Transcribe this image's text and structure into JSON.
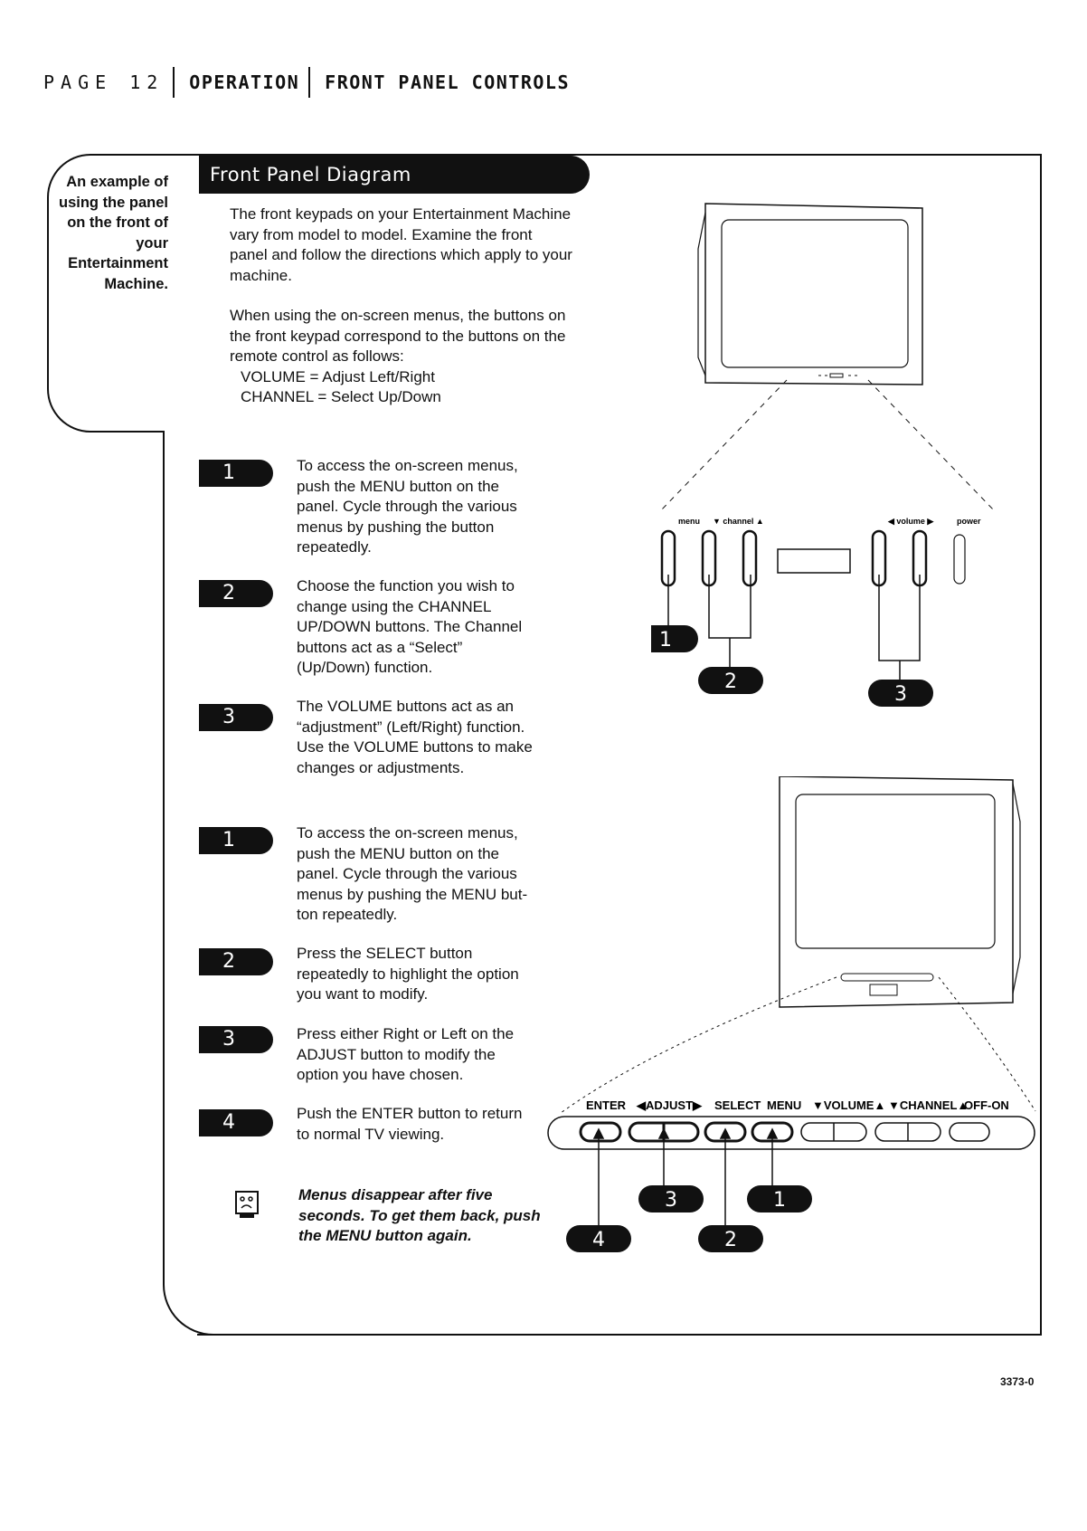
{
  "header": {
    "page": "PAGE 12",
    "section": "OPERATION",
    "topic": "FRONT PANEL CONTROLS"
  },
  "side_note": "An example of using the panel on the front of your Entertainment Machine.",
  "section_title": "Front Panel Diagram",
  "intro": {
    "p1": "The front keypads on your Entertainment Machine vary from model to model. Examine the front panel and follow the directions which apply to your machine.",
    "p2": "When using the on-screen menus, the buttons on the front keypad correspond to the buttons on the remote control as follows:",
    "map1": "VOLUME = Adjust Left/Right",
    "map2": "CHANNEL = Select Up/Down"
  },
  "steps_a": [
    {
      "num": "1",
      "text": "To access the on-screen menus, push the MENU button on the panel. Cycle through the various menus by pushing the button repeatedly."
    },
    {
      "num": "2",
      "text": "Choose the function you wish to change using the CHANNEL UP/DOWN buttons. The Channel buttons act as a “Select” (Up/Down) function."
    },
    {
      "num": "3",
      "text": "The VOLUME buttons act as an “adjustment” (Left/Right) function. Use the VOLUME buttons to make changes or adjustments."
    }
  ],
  "steps_b": [
    {
      "num": "1",
      "text": "To access the on-screen menus, push the MENU button on the panel. Cycle through the various menus by pushing the MENU but- ton repeatedly."
    },
    {
      "num": "2",
      "text": "Press the SELECT button repeatedly to highlight the option you want to modify."
    },
    {
      "num": "3",
      "text": "Press either Right or Left on the ADJUST button to modify the option you have chosen."
    },
    {
      "num": "4",
      "text": "Push the ENTER button to return to normal TV viewing."
    }
  ],
  "tip": "Menus disappear after five seconds. To get them back, push the MENU button again.",
  "diagram1": {
    "labels": {
      "menu": "menu",
      "channel": "▼ channel ▲",
      "volume": "◀ volume ▶",
      "power": "power"
    },
    "callouts": [
      "1",
      "2",
      "3"
    ]
  },
  "diagram2": {
    "labels": {
      "enter": "ENTER",
      "adjust": "◀ADJUST▶",
      "select": "SELECT",
      "menu": "MENU",
      "volume": "▼VOLUME▲",
      "channel": "▼CHANNEL▲",
      "offon": "OFF-ON"
    },
    "callouts": [
      "3",
      "1",
      "4",
      "2"
    ]
  },
  "doc_code": "3373-0"
}
